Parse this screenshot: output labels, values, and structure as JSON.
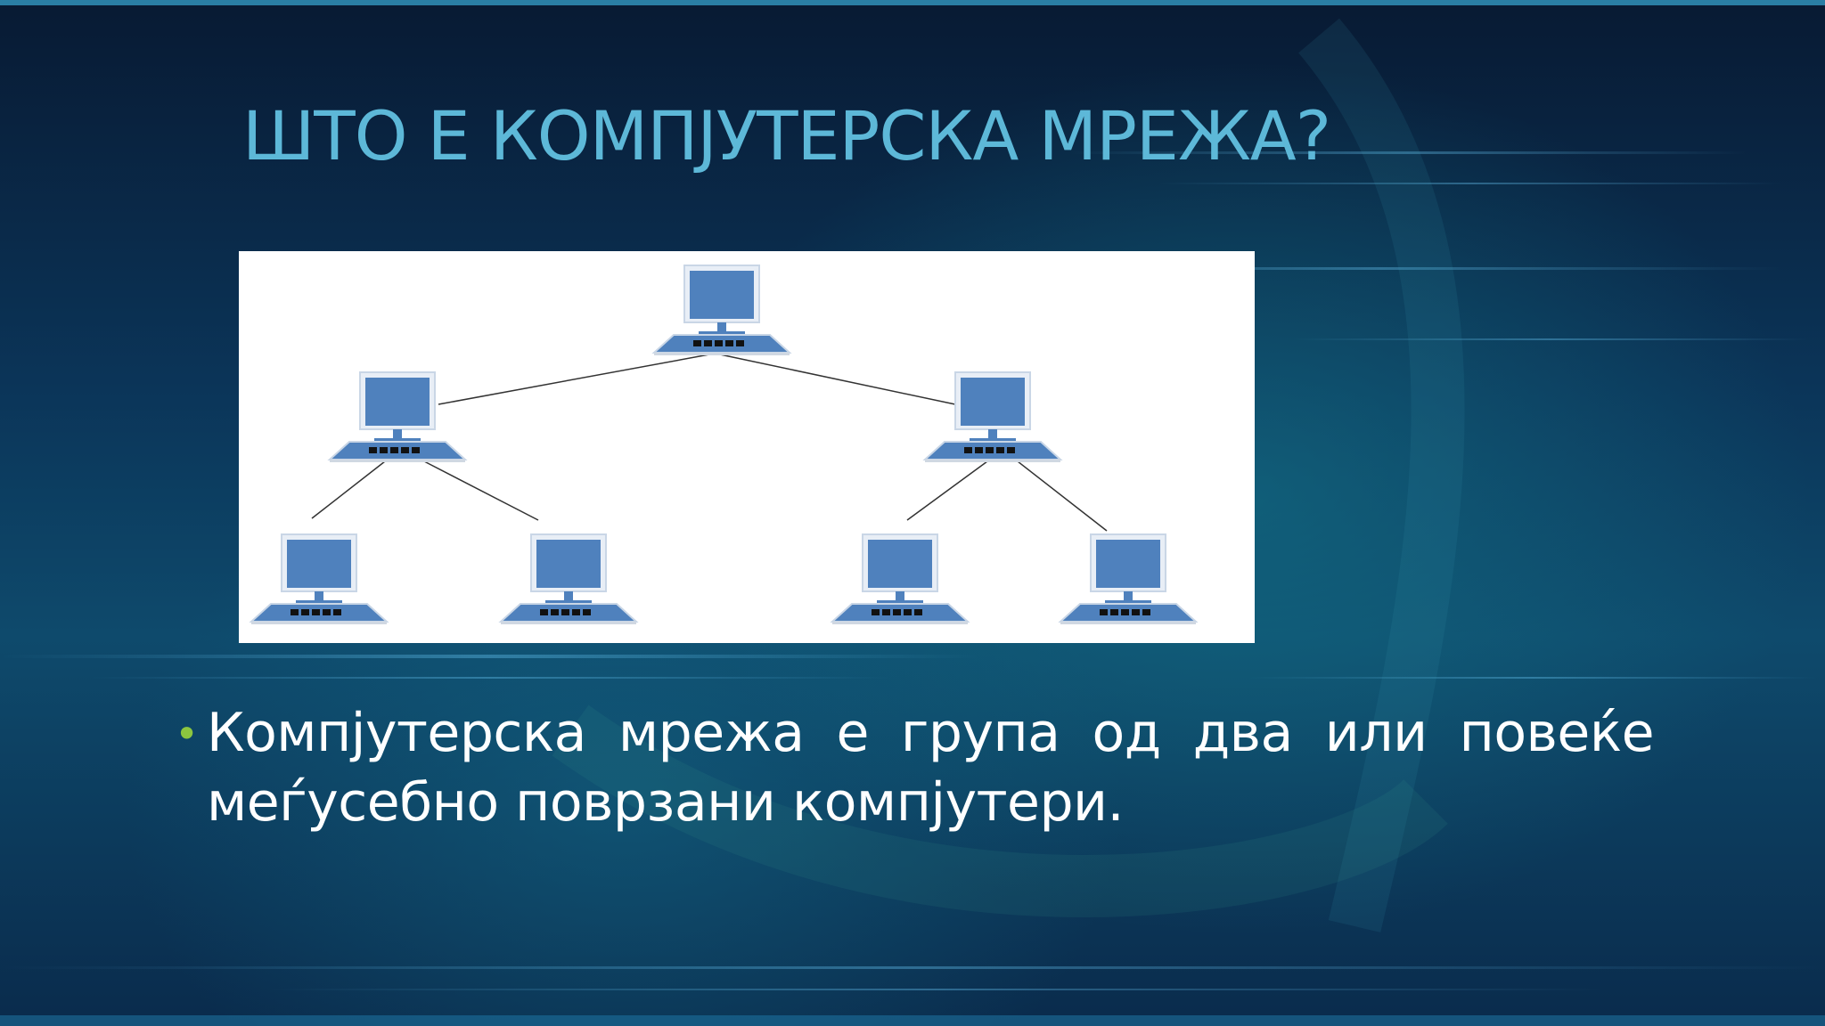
{
  "slide": {
    "title": "ШТО Е КОМПЈУТЕРСКА МРЕЖА?",
    "bullet_icon": "bullet-dot-icon",
    "bullet_glyph": "•",
    "bullet_text": "Компјутерска мрежа е група од два или повеќе меѓусебно поврзани компјутери."
  },
  "diagram": {
    "nodes": [
      "computer-root",
      "computer-left",
      "computer-right",
      "computer-left-left",
      "computer-left-right",
      "computer-right-left",
      "computer-right-right"
    ],
    "links": [
      [
        "computer-root",
        "computer-left"
      ],
      [
        "computer-root",
        "computer-right"
      ],
      [
        "computer-left",
        "computer-left-left"
      ],
      [
        "computer-left",
        "computer-left-right"
      ],
      [
        "computer-right",
        "computer-right-left"
      ],
      [
        "computer-right",
        "computer-right-right"
      ]
    ]
  },
  "colors": {
    "title": "#5db8d8",
    "bullet": "#8cc63f",
    "text": "#ffffff",
    "monitor": "#4f81bd",
    "background": "#0b3559"
  }
}
